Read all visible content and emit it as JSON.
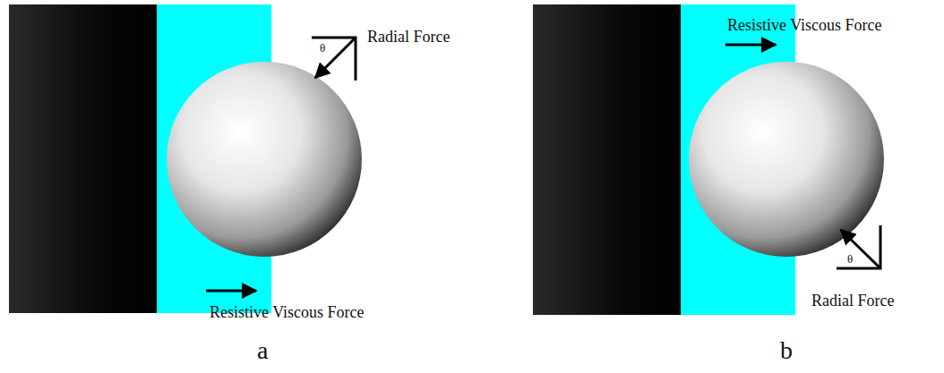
{
  "diagram": {
    "labels": [
      "Radial Force",
      "θ",
      "Resistive Viscous Force",
      "a",
      "Resistive Viscous Force",
      "θ",
      "Radial Force",
      "b"
    ]
  }
}
